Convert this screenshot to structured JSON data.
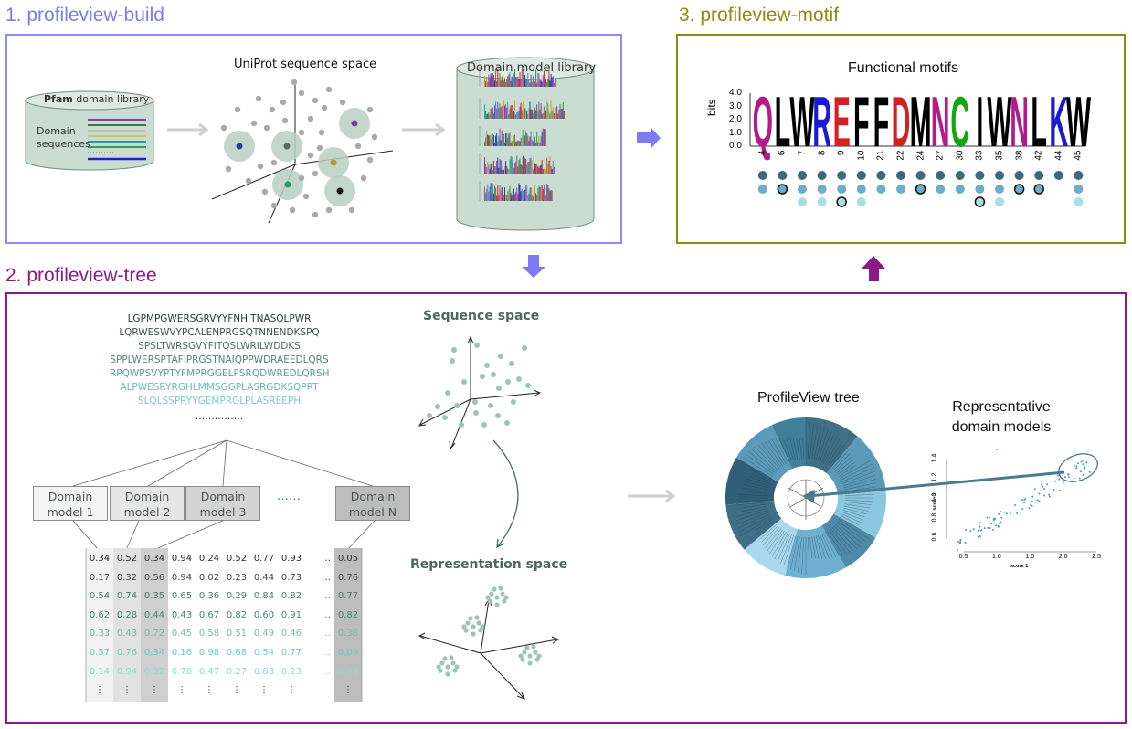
{
  "panels": {
    "build": {
      "title": "1. profileview-build",
      "color": "#7b7bf2"
    },
    "motif": {
      "title": "3. profileview-motif",
      "color": "#8b8b12"
    },
    "tree": {
      "title": "2. profileview-tree",
      "color": "#8a1a8a"
    }
  },
  "build": {
    "pfam_label_bold": "Pfam",
    "pfam_label_rest": " domain library",
    "domain_seq_line1": "Domain",
    "domain_seq_line2": "sequences",
    "uniprot_label": "UniProt sequence space",
    "model_library_label": "Domain model library"
  },
  "motif": {
    "title": "Functional motifs",
    "ylabel": "bits",
    "yticks": [
      "4.0",
      "3.0",
      "2.0",
      "1.0",
      "0.0"
    ],
    "letters": [
      {
        "ch": "Q",
        "color": "#b31a8a"
      },
      {
        "ch": "L",
        "color": "#000000"
      },
      {
        "ch": "W",
        "color": "#000000"
      },
      {
        "ch": "R",
        "color": "#1a1ad6"
      },
      {
        "ch": "E",
        "color": "#d42020"
      },
      {
        "ch": "F",
        "color": "#000000"
      },
      {
        "ch": "F",
        "color": "#000000"
      },
      {
        "ch": "D",
        "color": "#d42020"
      },
      {
        "ch": "M",
        "color": "#000000"
      },
      {
        "ch": "N",
        "color": "#b31a8a"
      },
      {
        "ch": "C",
        "color": "#12a612"
      },
      {
        "ch": "I",
        "color": "#000000"
      },
      {
        "ch": "W",
        "color": "#000000"
      },
      {
        "ch": "N",
        "color": "#b31a8a"
      },
      {
        "ch": "L",
        "color": "#000000"
      },
      {
        "ch": "K",
        "color": "#1a1ad6"
      },
      {
        "ch": "W",
        "color": "#000000"
      }
    ],
    "positions": [
      "4",
      "6",
      "7",
      "8",
      "9",
      "10",
      "21",
      "22",
      "24",
      "27",
      "30",
      "33",
      "35",
      "38",
      "42",
      "44",
      "45"
    ]
  },
  "tree": {
    "sequences": [
      "LGPMPGWERSGRVYYFNHITNASQLPWR",
      "LQRWESWVYPCALENPRGSQTNNENDKSPQ",
      "SPSLTWRSGVYFITQSLWRILWDDKS",
      "SPPLWERSPTAFIPRGSTNAIQPPWDRAEEDLQRS",
      "RPQWPSVYPTYFMPRGGELPSRQDWREDLQRSH",
      "ALPWESRYRGHLMMSGGPLASRGDKSQPRT",
      "SLQLSSPRYYGEMPRGLPLASREEPH"
    ],
    "seq_ellipsis": "……………",
    "models": [
      {
        "line1": "Domain",
        "line2": "model 1"
      },
      {
        "line1": "Domain",
        "line2": "model 2"
      },
      {
        "line1": "Domain",
        "line2": "model 3"
      },
      {
        "line1": "Domain",
        "line2": "model N"
      }
    ],
    "model_ellipsis": "……",
    "matrix": [
      [
        "0.34",
        "0.52",
        "0.34",
        "0.94",
        "0.24",
        "0.52",
        "0.77",
        "0.93",
        "…",
        "0.05"
      ],
      [
        "0.17",
        "0.32",
        "0.56",
        "0.94",
        "0.02",
        "0.23",
        "0.44",
        "0.73",
        "…",
        "0.76"
      ],
      [
        "0.54",
        "0.74",
        "0.35",
        "0.65",
        "0.36",
        "0.29",
        "0.84",
        "0.82",
        "…",
        "0.77"
      ],
      [
        "0.62",
        "0.28",
        "0.44",
        "0.43",
        "0.67",
        "0.82",
        "0.60",
        "0.91",
        "…",
        "0.82"
      ],
      [
        "0.33",
        "0.43",
        "0.72",
        "0.45",
        "0.58",
        "0.51",
        "0.49",
        "0.46",
        "…",
        "0.38"
      ],
      [
        "0.57",
        "0.76",
        "0.34",
        "0.16",
        "0.98",
        "0.68",
        "0.54",
        "0.77",
        "…",
        "0.09"
      ],
      [
        "0.14",
        "0.94",
        "0.32",
        "0.78",
        "0.47",
        "0.27",
        "0.88",
        "0.23",
        "…",
        "0.92"
      ],
      [
        "⋮",
        "⋮",
        "⋮",
        "⋮",
        "⋮",
        "⋮",
        "⋮",
        "⋮",
        "",
        "⋮"
      ]
    ],
    "row_colors": [
      "#2a2a2a",
      "#3d4a44",
      "#4f7a68",
      "#3d8a78",
      "#7ab8a8",
      "#6ccac0",
      "#8adcd8",
      "#333333"
    ],
    "sequence_space_label": "Sequence space",
    "representation_space_label": "Representation space",
    "profileview_tree_label": "ProfileView tree",
    "rep_models_line1": "Representative",
    "rep_models_line2": "domain models",
    "scatter_xticks": [
      "0.5",
      "1.0",
      "1.5",
      "2.0",
      "2.5"
    ],
    "scatter_yticks": [
      "0.6",
      "0.8",
      "1.0",
      "1.2",
      "1.4"
    ],
    "scatter_xlabel": "score 1",
    "scatter_ylabel": "score 2"
  }
}
